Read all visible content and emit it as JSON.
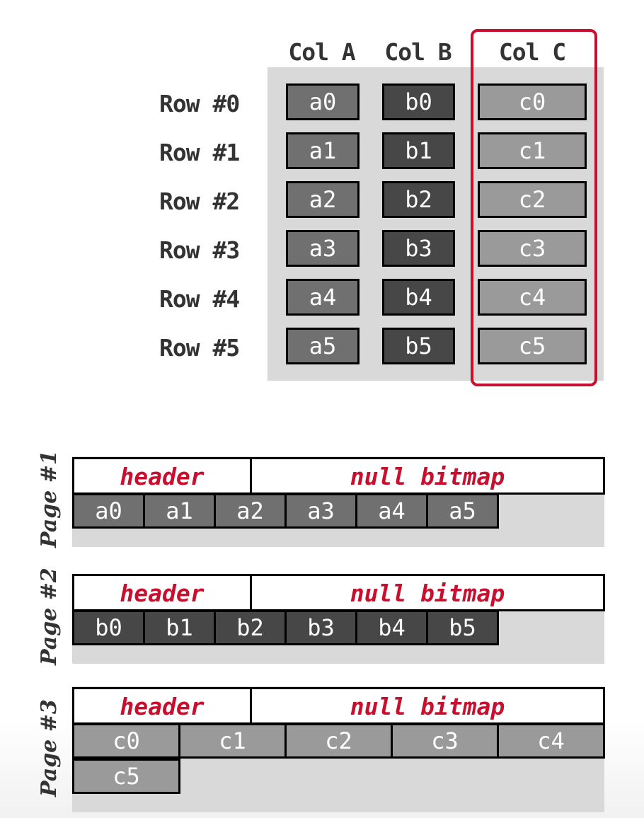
{
  "table": {
    "columns": [
      "Col A",
      "Col B",
      "Col C"
    ],
    "rows": [
      "Row #0",
      "Row #1",
      "Row #2",
      "Row #3",
      "Row #4",
      "Row #5"
    ],
    "cells": {
      "a": [
        "a0",
        "a1",
        "a2",
        "a3",
        "a4",
        "a5"
      ],
      "b": [
        "b0",
        "b1",
        "b2",
        "b3",
        "b4",
        "b5"
      ],
      "c": [
        "c0",
        "c1",
        "c2",
        "c3",
        "c4",
        "c5"
      ]
    },
    "highlighted_column": "Col C",
    "highlight_color": "#c8102e"
  },
  "pages": [
    {
      "label": "Page #1",
      "header": "header",
      "bitmap": "null bitmap",
      "values": [
        "a0",
        "a1",
        "a2",
        "a3",
        "a4",
        "a5"
      ]
    },
    {
      "label": "Page #2",
      "header": "header",
      "bitmap": "null bitmap",
      "values": [
        "b0",
        "b1",
        "b2",
        "b3",
        "b4",
        "b5"
      ]
    },
    {
      "label": "Page #3",
      "header": "header",
      "bitmap": "null bitmap",
      "values": [
        "c0",
        "c1",
        "c2",
        "c3",
        "c4",
        "c5"
      ]
    }
  ],
  "colors": {
    "col_a": "#707070",
    "col_b": "#474747",
    "col_c": "#9a9a9a",
    "accent": "#c8102e"
  }
}
